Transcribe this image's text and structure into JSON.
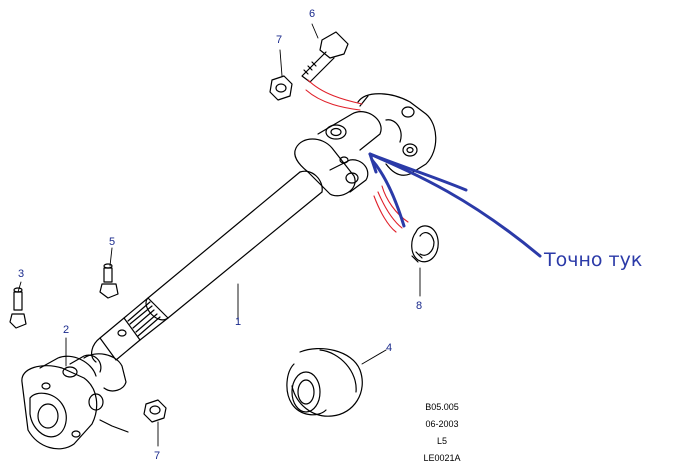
{
  "callouts": {
    "c1": "1",
    "c2": "2",
    "c3": "3",
    "c4": "4",
    "c5": "5",
    "c6": "6",
    "c7_top": "7",
    "c7_bottom": "7",
    "c8": "8"
  },
  "reference_block": {
    "line1": "B05.005",
    "line2": "06-2003",
    "line3": "L5",
    "line4": "LE0021A"
  },
  "annotation": {
    "text": "Точно тук",
    "color": "#2b3aa8"
  },
  "colors": {
    "lines": "#000000",
    "callout_text": "#1a2a8c",
    "red_marks": "#e0202a",
    "blue_marks": "#2b3aa8"
  }
}
